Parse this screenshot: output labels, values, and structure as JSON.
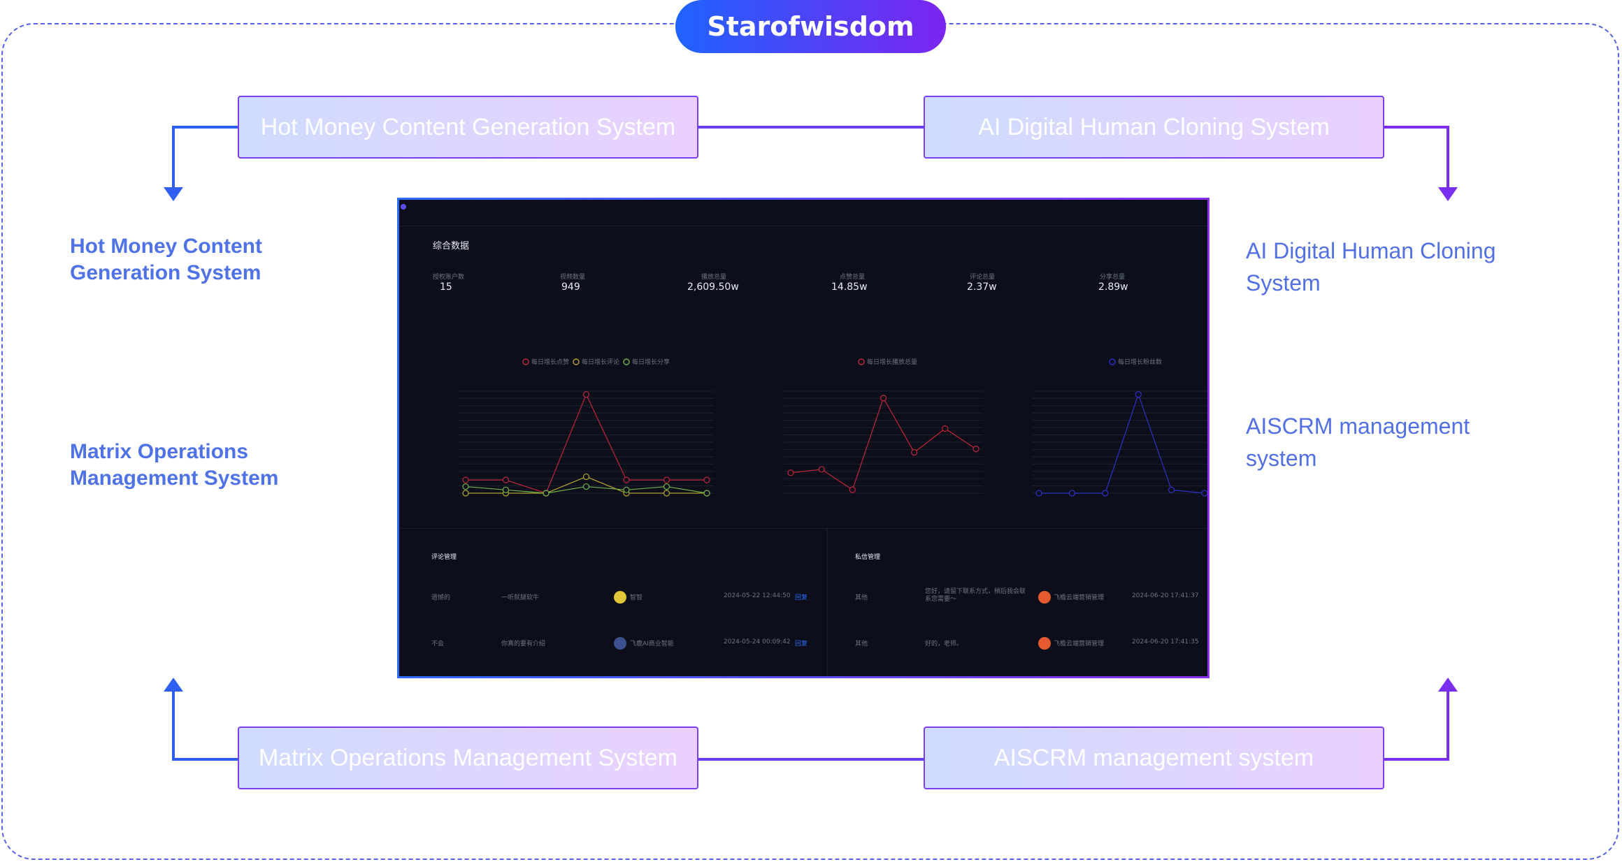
{
  "brand": {
    "title": "Starofwisdom"
  },
  "systems": {
    "top_left": "Hot Money Content Generation System",
    "top_right": "AI Digital Human Cloning System",
    "bottom_left": "Matrix Operations Management System",
    "bottom_right": "AISCRM management system"
  },
  "side_labels": {
    "left_top": "Hot Money Content Generation System",
    "left_bottom": "Matrix Operations Management System",
    "right_top": "AI Digital Human Cloning System",
    "right_bottom": "AISCRM management system"
  },
  "colors": {
    "blue": "#2b5ff0",
    "purple": "#7a2ef0",
    "screen_bg": "#0c0f1a"
  },
  "dashboard": {
    "title": "综合数据",
    "stats": [
      {
        "label": "授权账户数",
        "value": "15"
      },
      {
        "label": "视频数量",
        "value": "949"
      },
      {
        "label": "播放总量",
        "value": "2,609.50w"
      },
      {
        "label": "点赞总量",
        "value": "14.85w"
      },
      {
        "label": "评论总量",
        "value": "2.37w"
      },
      {
        "label": "分享总量",
        "value": "2.89w"
      }
    ],
    "legend1": [
      "每日增长点赞",
      "每日增长评论",
      "每日增长分享"
    ],
    "legend2": [
      "每日增长播放总量"
    ],
    "legend3": [
      "每日增长粉丝数"
    ],
    "comments_title": "评论管理",
    "messages_title": "私信管理",
    "comments": [
      {
        "a": "遗憾的",
        "b": "一听就腿软牛",
        "user": "智智",
        "time": "2024-05-22 12:44:50",
        "action": "回复"
      },
      {
        "a": "不会",
        "b": "你真的要有介绍",
        "user": "飞鹿AI商业智能",
        "time": "2024-05-24 00:09:42",
        "action": "回复"
      }
    ],
    "messages": [
      {
        "a": "其他",
        "b": "您好，请留下联系方式，稍后我会联系您需要～",
        "user": "飞檐云端营销管理",
        "time": "2024-06-20 17:41:37"
      },
      {
        "a": "其他",
        "b": "好的，老师。",
        "user": "飞檐云端营销管理",
        "time": "2024-06-20 17:41:35"
      }
    ]
  },
  "chart_data": [
    {
      "type": "line",
      "series": [
        {
          "name": "每日增长点赞",
          "values": [
            4,
            4,
            0,
            30,
            4,
            4,
            4
          ]
        },
        {
          "name": "每日增长评论",
          "values": [
            0,
            0,
            0,
            5,
            0,
            0,
            0
          ]
        },
        {
          "name": "每日增长分享",
          "values": [
            2,
            1,
            0,
            2,
            1,
            2,
            0
          ]
        }
      ]
    },
    {
      "type": "line",
      "series": [
        {
          "name": "每日增长播放总量",
          "values": [
            6,
            7,
            1,
            28,
            12,
            19,
            13
          ]
        }
      ]
    },
    {
      "type": "line",
      "series": [
        {
          "name": "每日增长粉丝数",
          "values": [
            0,
            0,
            0,
            30,
            1,
            0
          ]
        }
      ]
    }
  ]
}
